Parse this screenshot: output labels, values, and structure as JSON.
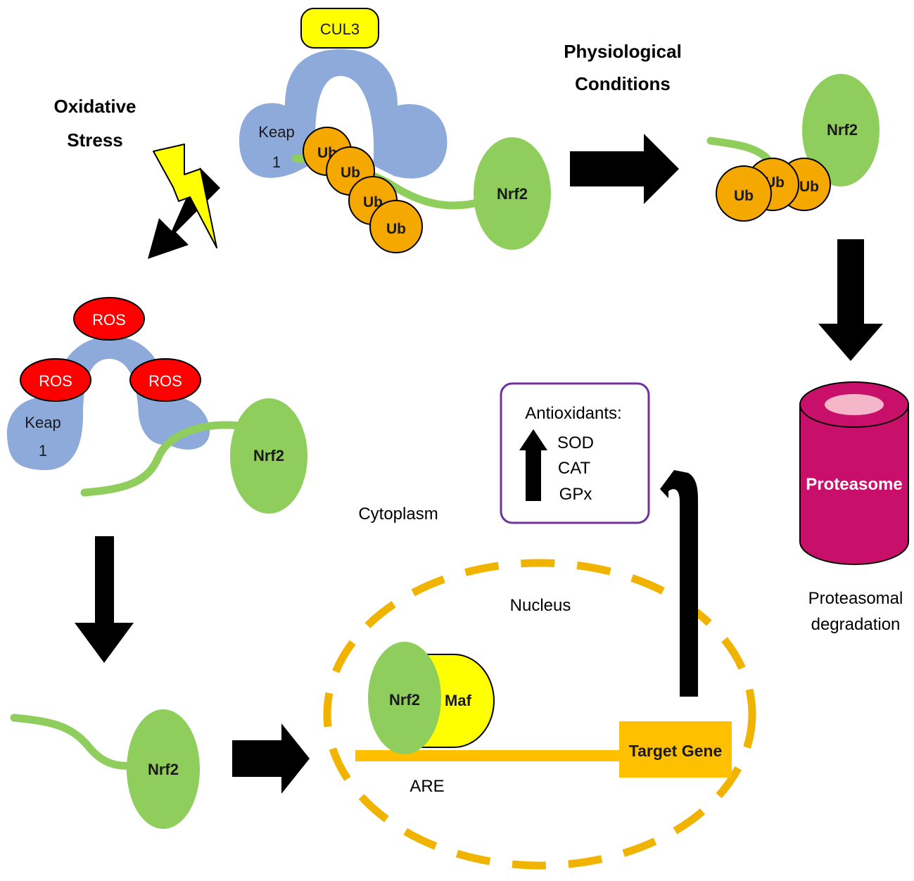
{
  "labels": {
    "oxidative_stress_1": "Oxidative",
    "oxidative_stress_2": "Stress",
    "physiological_1": "Physiological",
    "physiological_2": "Conditions",
    "cytoplasm": "Cytoplasm",
    "nucleus": "Nucleus",
    "are": "ARE",
    "proteasomal_1": "Proteasomal",
    "proteasomal_2": "degradation"
  },
  "molecules": {
    "cul3": "CUL3",
    "keap1_line1": "Keap",
    "keap1_line2": "1",
    "nrf2": "Nrf2",
    "ub": "Ub",
    "ros": "ROS",
    "maf": "Maf",
    "target_gene": "Target Gene",
    "proteasome": "Proteasome"
  },
  "antioxidants": {
    "title": "Antioxidants:",
    "items": [
      "SOD",
      "CAT",
      "GPx"
    ]
  },
  "colors": {
    "keap1": "#8eaadb",
    "nrf2": "#8fce5c",
    "ub": "#f5a800",
    "cul3": "#ffff00",
    "ros": "#ff0000",
    "maf": "#ffff00",
    "target_gene": "#ffc000",
    "nucleus_border": "#f0b400",
    "proteasome": "#c8106a",
    "box_border": "#7030a0",
    "lightning": "#ffff00"
  }
}
